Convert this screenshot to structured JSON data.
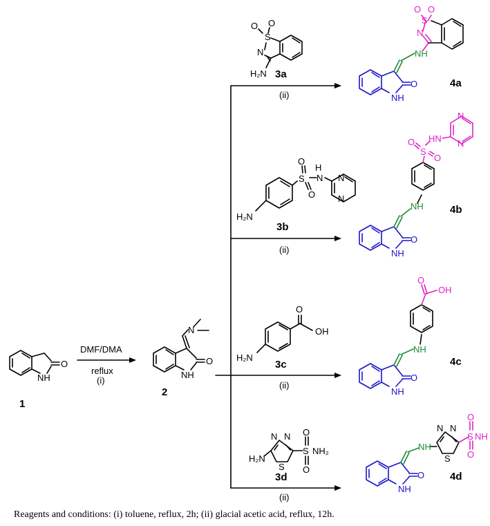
{
  "compounds": {
    "c1": "1",
    "c2": "2",
    "c3a": "3a",
    "c3b": "3b",
    "c3c": "3c",
    "c3d": "3d",
    "c4a": "4a",
    "c4b": "4b",
    "c4c": "4c",
    "c4d": "4d"
  },
  "step1": {
    "reagent": "DMF/DMA",
    "condition": "reflux",
    "label": "(i)"
  },
  "step2": {
    "label": "(ii)"
  },
  "atoms": {
    "O": "O",
    "NH": "NH",
    "N": "N",
    "S": "S",
    "H2N": "H₂N",
    "HN": "HN",
    "OH": "OH",
    "NH2": "NH₂",
    "O_suffix": "O"
  },
  "caption": "Reagents and conditions: (i) toluene, reflux, 2h; (ii) glacial acetic acid, reflux, 12h.",
  "colors": {
    "oxindole": "#1a14c8",
    "linker": "#1d8a3a",
    "amine_part": "#e020c8"
  }
}
